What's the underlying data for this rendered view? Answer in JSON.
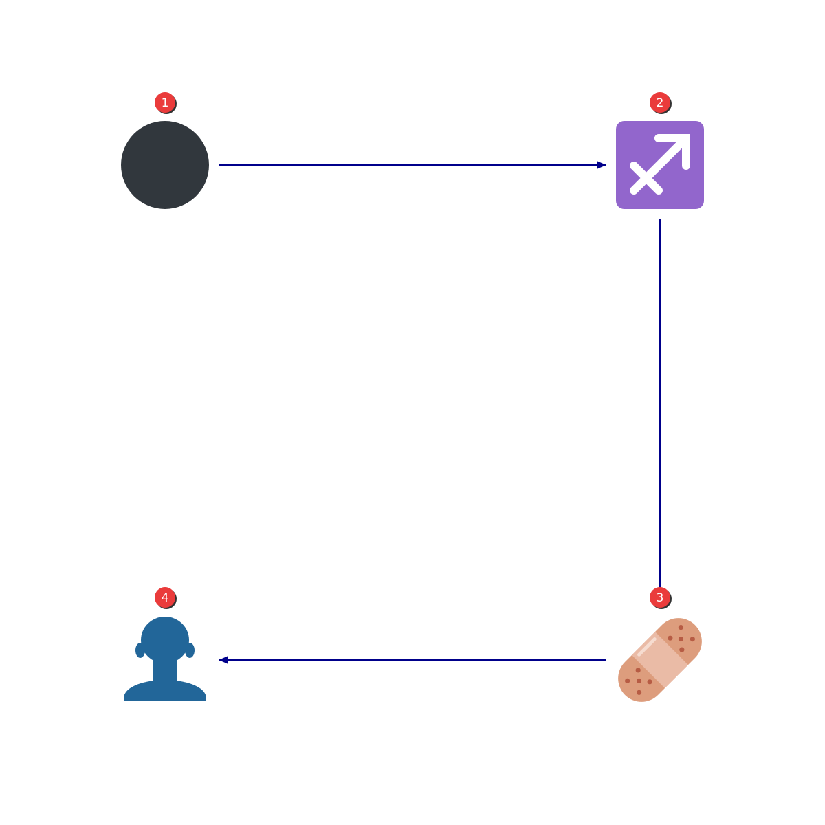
{
  "diagram": {
    "colors": {
      "background": "#ffffff",
      "edge": "#00008b",
      "badge_fill": "#ea3b3b",
      "badge_shadow": "#333333",
      "badge_text": "#ffffff"
    },
    "nodes": [
      {
        "id": "node-1",
        "badge": "1",
        "icon": "black-circle-icon",
        "color": "#31373d"
      },
      {
        "id": "node-2",
        "badge": "2",
        "icon": "sagittarius-icon",
        "color": "#9266cc"
      },
      {
        "id": "node-3",
        "badge": "3",
        "icon": "adhesive-bandage-icon",
        "color": "#dd9d7d"
      },
      {
        "id": "node-4",
        "badge": "4",
        "icon": "bust-in-silhouette-icon",
        "color": "#226699"
      }
    ],
    "edges": [
      {
        "from": "1",
        "to": "2",
        "directed": true
      },
      {
        "from": "2",
        "to": "3",
        "directed": false
      },
      {
        "from": "3",
        "to": "4",
        "directed": true
      }
    ]
  }
}
